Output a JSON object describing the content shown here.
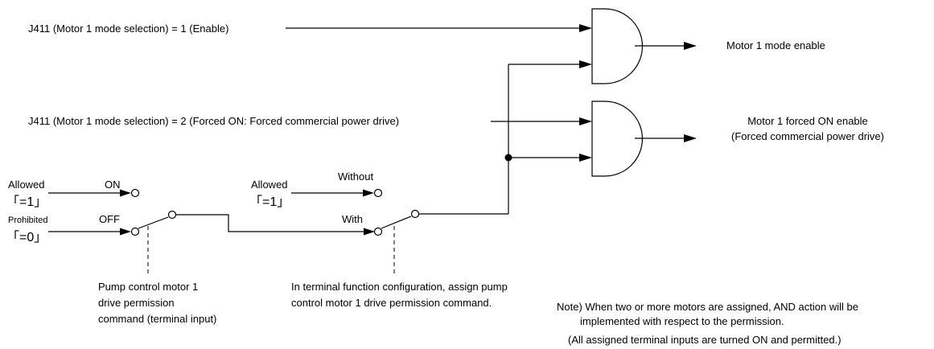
{
  "inputs": {
    "enable": "J411 (Motor 1 mode selection) = 1 (Enable)",
    "forced_on": "J411 (Motor 1 mode selection) = 2 (Forced ON: Forced commercial power drive)"
  },
  "outputs": {
    "mode_enable": "Motor 1 mode enable",
    "forced_line1": "Motor 1 forced ON enable",
    "forced_line2": "(Forced commercial power drive)"
  },
  "switch1": {
    "allowed_label": "Allowed",
    "allowed_value": "「=1」",
    "prohibited_label": "Prohibited",
    "prohibited_value": "「=0」",
    "on_label": "ON",
    "off_label": "OFF",
    "caption": [
      "Pump control motor 1",
      "drive permission",
      "command (terminal input)"
    ]
  },
  "switch2": {
    "allowed_label": "Allowed",
    "allowed_value": "「=1」",
    "without_label": "Without",
    "with_label": "With",
    "caption": [
      "In terminal function configuration, assign pump",
      "control motor 1 drive permission command."
    ]
  },
  "note": {
    "line1": "Note) When two or more motors are assigned, AND action will be",
    "line2": "implemented with respect to the permission.",
    "line3": "(All assigned terminal inputs are turned ON and permitted.)"
  }
}
